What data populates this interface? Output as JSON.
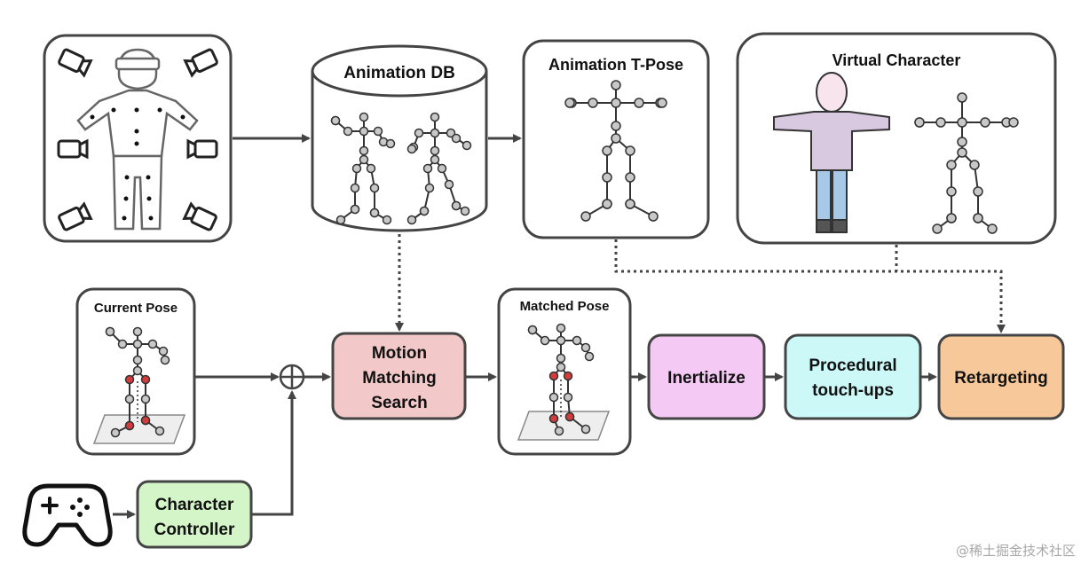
{
  "boxes": {
    "animation_db": "Animation DB",
    "animation_tpose": "Animation T-Pose",
    "virtual_character": "Virtual Character",
    "current_pose": "Current Pose",
    "matched_pose": "Matched Pose",
    "motion_matching": [
      "Motion",
      "Matching",
      "Search"
    ],
    "inertialize": "Inertialize",
    "procedural": [
      "Procedural",
      "touch-ups"
    ],
    "retargeting": "Retargeting",
    "character_controller": [
      "Character",
      "Controller"
    ]
  },
  "watermark": "@稀土掘金技术社区",
  "colors": {
    "motion_matching": "#f2c9c8",
    "inertialize": "#f4c9f4",
    "procedural": "#ccf8f8",
    "retargeting": "#f7c99a",
    "character_controller": "#d4f5c8",
    "stroke": "#444444",
    "joint_fill": "#c8c8c8",
    "contact_joint": "#d23c3c",
    "shirt": "#d8c8e0",
    "pants": "#a8c8e8",
    "skin": "#f8e4ec"
  }
}
